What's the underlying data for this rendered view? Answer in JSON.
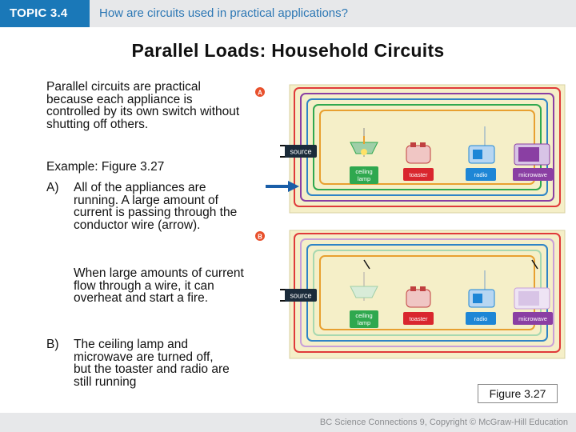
{
  "header": {
    "topic_label": "TOPIC 3.4",
    "question": "How are circuits used in practical applications?"
  },
  "slide": {
    "title": "Parallel Loads: Household Circuits",
    "intro": "Parallel circuits are practical because each appliance is controlled by its own switch without shutting off others.",
    "example_heading": "Example: Figure 3.27",
    "item_a_label": "A)",
    "item_a_text": "All of the appliances are running. A large amount of current is passing through the conductor wire (arrow).",
    "item_a_followup": "When large amounts of current flow through a wire, it can overheat and start a fire.",
    "item_b_label": "B)",
    "item_b_text": "The ceiling lamp and microwave are turned off, but the toaster and radio are still running"
  },
  "figure": {
    "panel_a_marker": "A",
    "panel_b_marker": "B",
    "source_label": "source",
    "appliances": [
      {
        "label": "ceiling lamp",
        "line1": "ceiling",
        "line2": "lamp",
        "color": "#2fa84f"
      },
      {
        "label": "toaster",
        "line1": "toaster",
        "line2": "",
        "color": "#d9262e"
      },
      {
        "label": "radio",
        "line1": "radio",
        "line2": "",
        "color": "#1e86d6"
      },
      {
        "label": "microwave",
        "line1": "microwave",
        "line2": "",
        "color": "#8a3fa3"
      }
    ],
    "caption": "Figure 3.27"
  },
  "footer": {
    "credit": "BC Science Connections 9, Copyright © McGraw-Hill Education"
  },
  "colors": {
    "header_bg": "#e7e8ea",
    "badge_bg": "#1a78b8",
    "question_text": "#2c77b4",
    "panel_bg": "#f5efc8",
    "wire_red": "#e03a3a",
    "wire_green": "#2fa84f",
    "wire_blue": "#2e84c6",
    "wire_purple": "#8a3fa3",
    "arrow": "#1a5ea8",
    "marker": "#e8502c"
  }
}
